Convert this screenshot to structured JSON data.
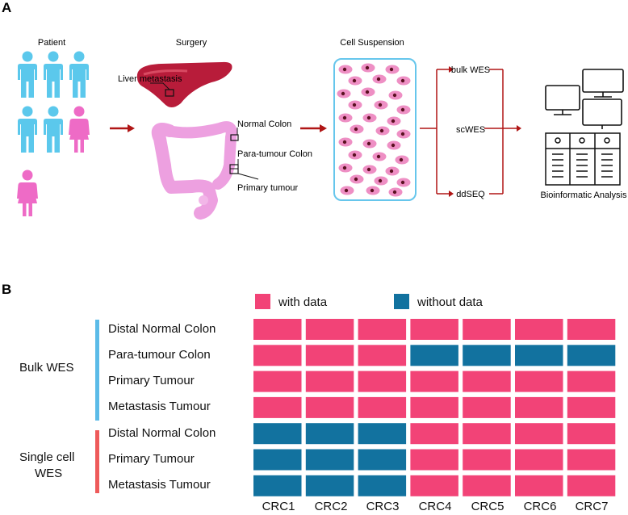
{
  "panel_a": {
    "label": "A",
    "patient_title": "Patient",
    "surgery_title": "Surgery",
    "cell_title": "Cell Suspension",
    "liver_label": "Liver metastasis",
    "normal_label": "Normal Colon",
    "para_label": "Para-tumour Colon",
    "primary_label": "Primary tumour",
    "methods": [
      "bulk WES",
      "scWES",
      "ddSEQ"
    ],
    "analysis_label": "Bioinformatic Analysis",
    "colors": {
      "male": "#5bc8ec",
      "female": "#ee6bc6",
      "arrow": "#b01515",
      "liver": "#b81c3a",
      "cell": "#ee8fc4",
      "nucleus": "#5a1020",
      "frame": "#66c6ec"
    }
  },
  "panel_b": {
    "label": "B",
    "legend": [
      {
        "label": "with data",
        "color": "#f24377"
      },
      {
        "label": "without data",
        "color": "#12729f"
      }
    ],
    "groups": [
      {
        "label_lines": [
          "Bulk WES"
        ],
        "color": "#5bbbe8"
      },
      {
        "label_lines": [
          "Single cell",
          "WES"
        ],
        "color": "#ee5a5a"
      }
    ],
    "rows": [
      "Distal Normal Colon",
      "Para-tumour Colon",
      "Primary Tumour",
      "Metastasis Tumour",
      "Distal Normal Colon",
      "Primary Tumour",
      "Metastasis Tumour"
    ],
    "columns": [
      "CRC1",
      "CRC2",
      "CRC3",
      "CRC4",
      "CRC5",
      "CRC6",
      "CRC7"
    ],
    "matrix": [
      [
        1,
        1,
        1,
        1,
        1,
        1,
        1
      ],
      [
        1,
        1,
        1,
        0,
        0,
        0,
        0
      ],
      [
        1,
        1,
        1,
        1,
        1,
        1,
        1
      ],
      [
        1,
        1,
        1,
        1,
        1,
        1,
        1
      ],
      [
        0,
        0,
        0,
        1,
        1,
        1,
        1
      ],
      [
        0,
        0,
        0,
        1,
        1,
        1,
        1
      ],
      [
        0,
        0,
        0,
        1,
        1,
        1,
        1
      ]
    ]
  }
}
